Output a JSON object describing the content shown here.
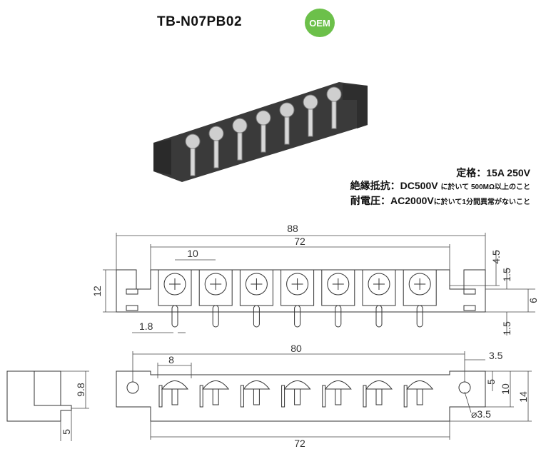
{
  "title": "TB-N07PB02",
  "badge": "OEM",
  "specs": [
    {
      "label": "定格：",
      "value": "15A 250V",
      "note": ""
    },
    {
      "label": "絶縁抵抗：",
      "value": "DC500V",
      "note": "に於いて 500MΩ以上のこと"
    },
    {
      "label": "耐電圧：",
      "value": "AC2000V",
      "note": "に於いて1分間異常がないこと"
    }
  ],
  "dimensions": {
    "top_view": {
      "overall": "88",
      "pitch_span": "72",
      "pitch": "10",
      "height": "12",
      "pin_width": "1.8",
      "d1": "4.5",
      "d2": "1.5",
      "d3": "6",
      "d4": "1.5"
    },
    "front_view": {
      "hole_span": "80",
      "module": "8",
      "edge": "3.5",
      "d5": "5",
      "d10": "10",
      "d14": "14",
      "hole_dia": "⌀3.5",
      "bottom_span": "72"
    },
    "side_view": {
      "height": "9.8",
      "width": "5"
    }
  },
  "poles": 7,
  "colors": {
    "oem_badge": "#6cc04a",
    "housing": "#3a3a3a"
  }
}
